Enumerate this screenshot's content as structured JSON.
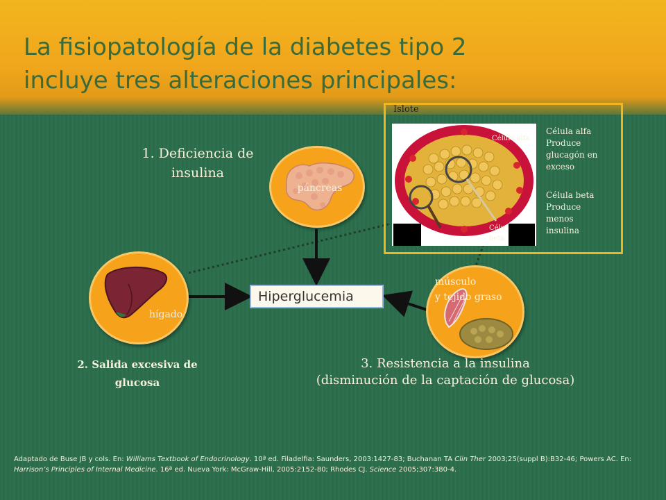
{
  "title": {
    "line1": "La fisiopatología de la diabetes tipo 2",
    "line2": "incluye tres alteraciones principales:"
  },
  "insulin_deficiency": {
    "line1": "1. Deficiencia de",
    "line2": "insulina"
  },
  "pancreas_label": "páncreas",
  "liver_label": "hígado",
  "muscle_label": {
    "line1": "músculo",
    "line2": "y tejido graso"
  },
  "center_label": "Hiperglucemia",
  "glucose_output": {
    "line1": "2. Salida excesiva de",
    "line2": "glucosa"
  },
  "insulin_resistance": {
    "line1": "3. Resistencia a la insulina",
    "line2": "(disminución de la captación de glucosa)"
  },
  "islet": {
    "title": "Islote",
    "alpha_tag": "Célula alfa",
    "beta_tag_1": "Célu",
    "beta_tag_2": "beta",
    "alpha_desc": [
      "Célula alfa",
      "Produce",
      "glucagón en",
      "exceso"
    ],
    "beta_desc": [
      "Célula beta",
      "Produce",
      "menos",
      "insulina"
    ]
  },
  "source": {
    "p1": "Adaptado de Buse JB y cols. En: ",
    "p2": "Williams Textbook of Endocrinology",
    "p3": ". 10ª ed. Filadelfia: Saunders, 2003:1427-83; Buchanan TA ",
    "p4": "Clin Ther",
    "p5": " 2003;25(suppl B):B32-46; Powers AC. En: ",
    "p6": "Harrison’s Principles of Internal Medicine",
    "p7": ". 16ª ed. Nueva York: McGraw-Hill, 2005:2152-80; Rhodes CJ. ",
    "p8": "Science",
    "p9": " 2005;307:380-4."
  },
  "colors": {
    "orange": "#f7a21b",
    "green": "#2a6b48",
    "title": "#3a6a3a",
    "islet_border": "#f2b51e"
  }
}
